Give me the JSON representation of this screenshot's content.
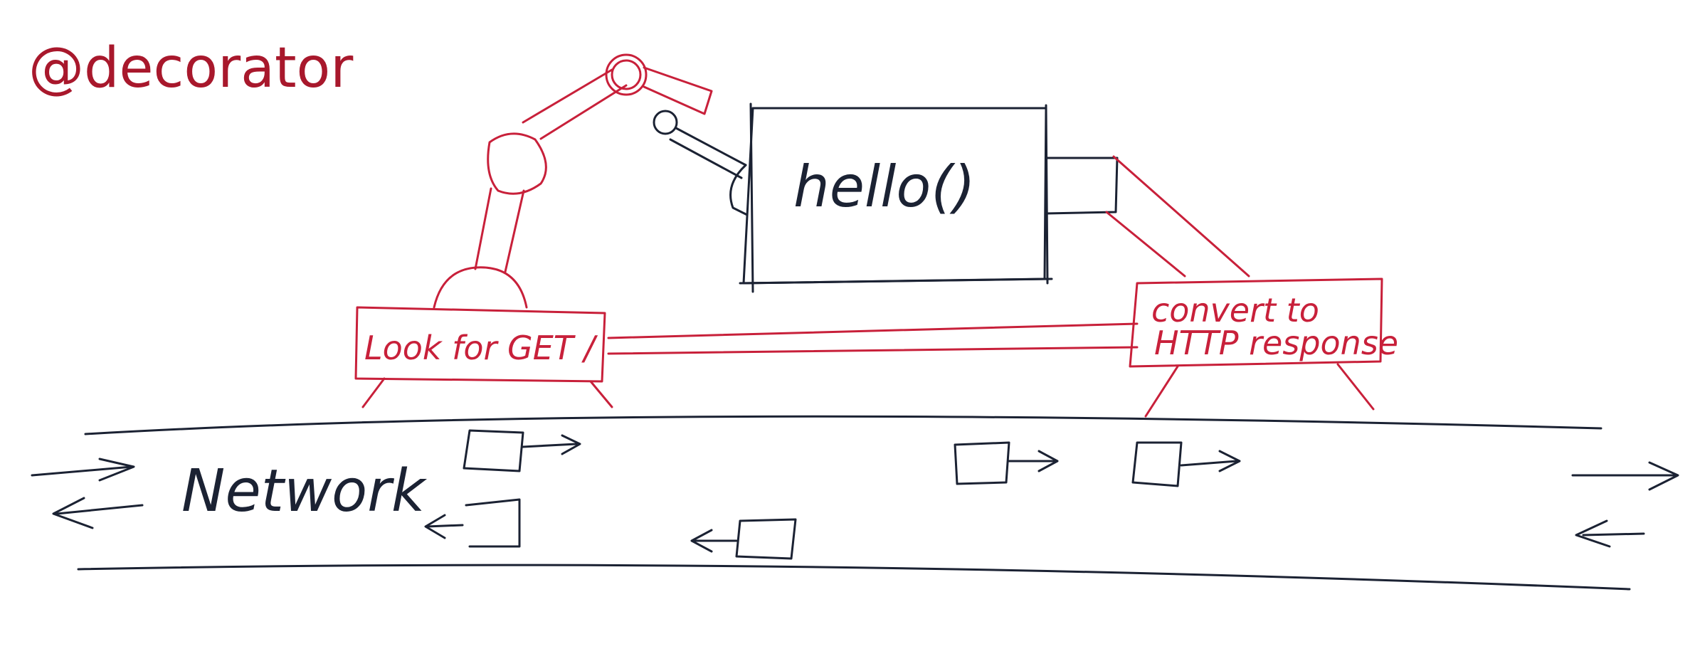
{
  "title": "@decorator",
  "function_box": {
    "label": "hello()"
  },
  "left_station": {
    "label": "Look for GET /"
  },
  "right_station": {
    "line1": "convert to",
    "line2": "HTTP response"
  },
  "network": {
    "label": "Network"
  },
  "colors": {
    "title": "#a8182c",
    "robot": "#c8203a",
    "ink": "#1b2233"
  },
  "icons": [
    "robot-arm-icon",
    "packet-icon",
    "arrow-right-icon",
    "arrow-left-icon",
    "conveyor-icon"
  ]
}
